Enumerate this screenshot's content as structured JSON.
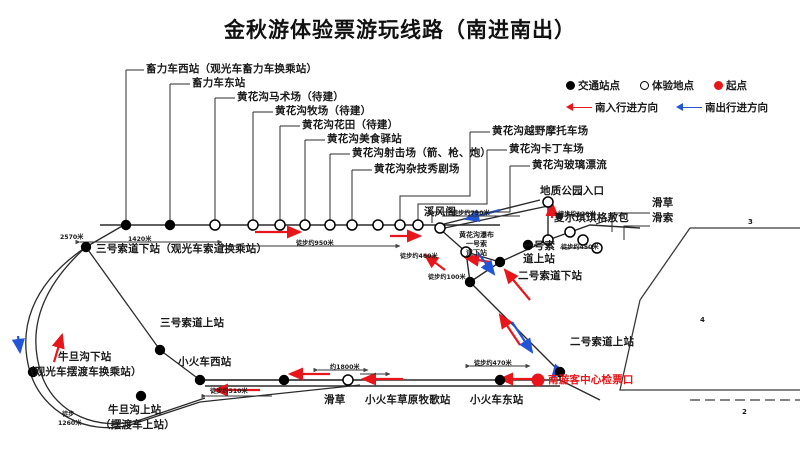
{
  "title": "金秋游体验票游玩线路（南进南出）",
  "legend": {
    "items": [
      {
        "key": "transport",
        "marker": "filled-black-dot",
        "label": "交通站点"
      },
      {
        "key": "experience",
        "marker": "open-circle",
        "label": "体验地点"
      },
      {
        "key": "start",
        "marker": "filled-red-dot",
        "label": "起点"
      }
    ],
    "directions": [
      {
        "key": "in",
        "marker": "red-arrow-left",
        "label": "南入行进方向",
        "color": "#e8161a"
      },
      {
        "key": "out",
        "marker": "blue-arrow-left",
        "label": "南出行进方向",
        "color": "#2255d6"
      }
    ]
  },
  "callout_labels": [
    {
      "id": "c1",
      "text": "畜力车西站（观光车畜力车换乘站）"
    },
    {
      "id": "c2",
      "text": "畜力车东站"
    },
    {
      "id": "c3",
      "text": "黄花沟马术场（待建）"
    },
    {
      "id": "c4",
      "text": "黄花沟牧场（待建）"
    },
    {
      "id": "c5",
      "text": "黄花沟花田（待建）"
    },
    {
      "id": "c6",
      "text": "黄花沟美食驿站"
    },
    {
      "id": "c7",
      "text": "黄花沟射击场（箭、枪、炮）"
    },
    {
      "id": "c8",
      "text": "黄花沟杂技秀剧场"
    },
    {
      "id": "c9",
      "text": "黄花沟越野摩托车场"
    },
    {
      "id": "c10",
      "text": "黄花沟卡丁车场"
    },
    {
      "id": "c11",
      "text": "黄花沟玻璃漂流"
    },
    {
      "id": "c12",
      "text": "地质公园入口"
    },
    {
      "id": "c13",
      "text": "滑草"
    },
    {
      "id": "c14",
      "text": "滑索"
    }
  ],
  "station_labels": [
    {
      "id": "s1",
      "text": "三号索道下站（观光车索道换乘站）"
    },
    {
      "id": "s2",
      "text": "三号索道上站"
    },
    {
      "id": "s3",
      "text": "小火车西站"
    },
    {
      "id": "s4",
      "text": "牛旦沟下站"
    },
    {
      "id": "s5",
      "text": "（观光车摆渡车换乘站）"
    },
    {
      "id": "s6",
      "text": "牛旦沟上站"
    },
    {
      "id": "s7",
      "text": "（摆渡车上站）"
    },
    {
      "id": "s8",
      "text": "滑草"
    },
    {
      "id": "s9",
      "text": "小火车草原牧歌站"
    },
    {
      "id": "s10",
      "text": "小火车东站"
    },
    {
      "id": "s11",
      "text": "南游客中心检票口"
    },
    {
      "id": "s12",
      "text": "二号索道上站"
    },
    {
      "id": "s13",
      "text": "二号索道下站"
    },
    {
      "id": "s14",
      "text": "一号索道上站"
    },
    {
      "id": "s15",
      "text": "一号索"
    },
    {
      "id": "s16",
      "text": "道上站"
    },
    {
      "id": "s17",
      "text": "黄花沟瀑布"
    },
    {
      "id": "s18",
      "text": "一号索"
    },
    {
      "id": "s19",
      "text": "道下站"
    },
    {
      "id": "s20",
      "text": "溪风阁"
    },
    {
      "id": "s21",
      "text": "夏尔琪琪格敖包"
    }
  ],
  "distance_labels": [
    {
      "id": "d1",
      "text": "1420米"
    },
    {
      "id": "d2",
      "text": "徒步约950米"
    },
    {
      "id": "d3",
      "text": "2570米"
    },
    {
      "id": "d4",
      "text": "徒步约790米"
    },
    {
      "id": "d5",
      "text": "徒步约120米"
    },
    {
      "id": "d6",
      "text": "徒步约450米"
    },
    {
      "id": "d7",
      "text": "徒步约460米"
    },
    {
      "id": "d8",
      "text": "徒步约100米"
    },
    {
      "id": "d9",
      "text": "徒步约470米"
    },
    {
      "id": "d10",
      "text": "约1800米"
    },
    {
      "id": "d11",
      "text": "徒步约510米"
    },
    {
      "id": "d12",
      "text": "徒步"
    },
    {
      "id": "d13",
      "text": "1260米"
    }
  ],
  "region_marks": [
    {
      "id": "r3",
      "text": "3"
    },
    {
      "id": "r4",
      "text": "4"
    },
    {
      "id": "r2",
      "text": "2"
    }
  ],
  "colors": {
    "route_in": "#e8161a",
    "route_out": "#2255d6",
    "line": "#2b2b2b",
    "start": "#e8161a"
  }
}
